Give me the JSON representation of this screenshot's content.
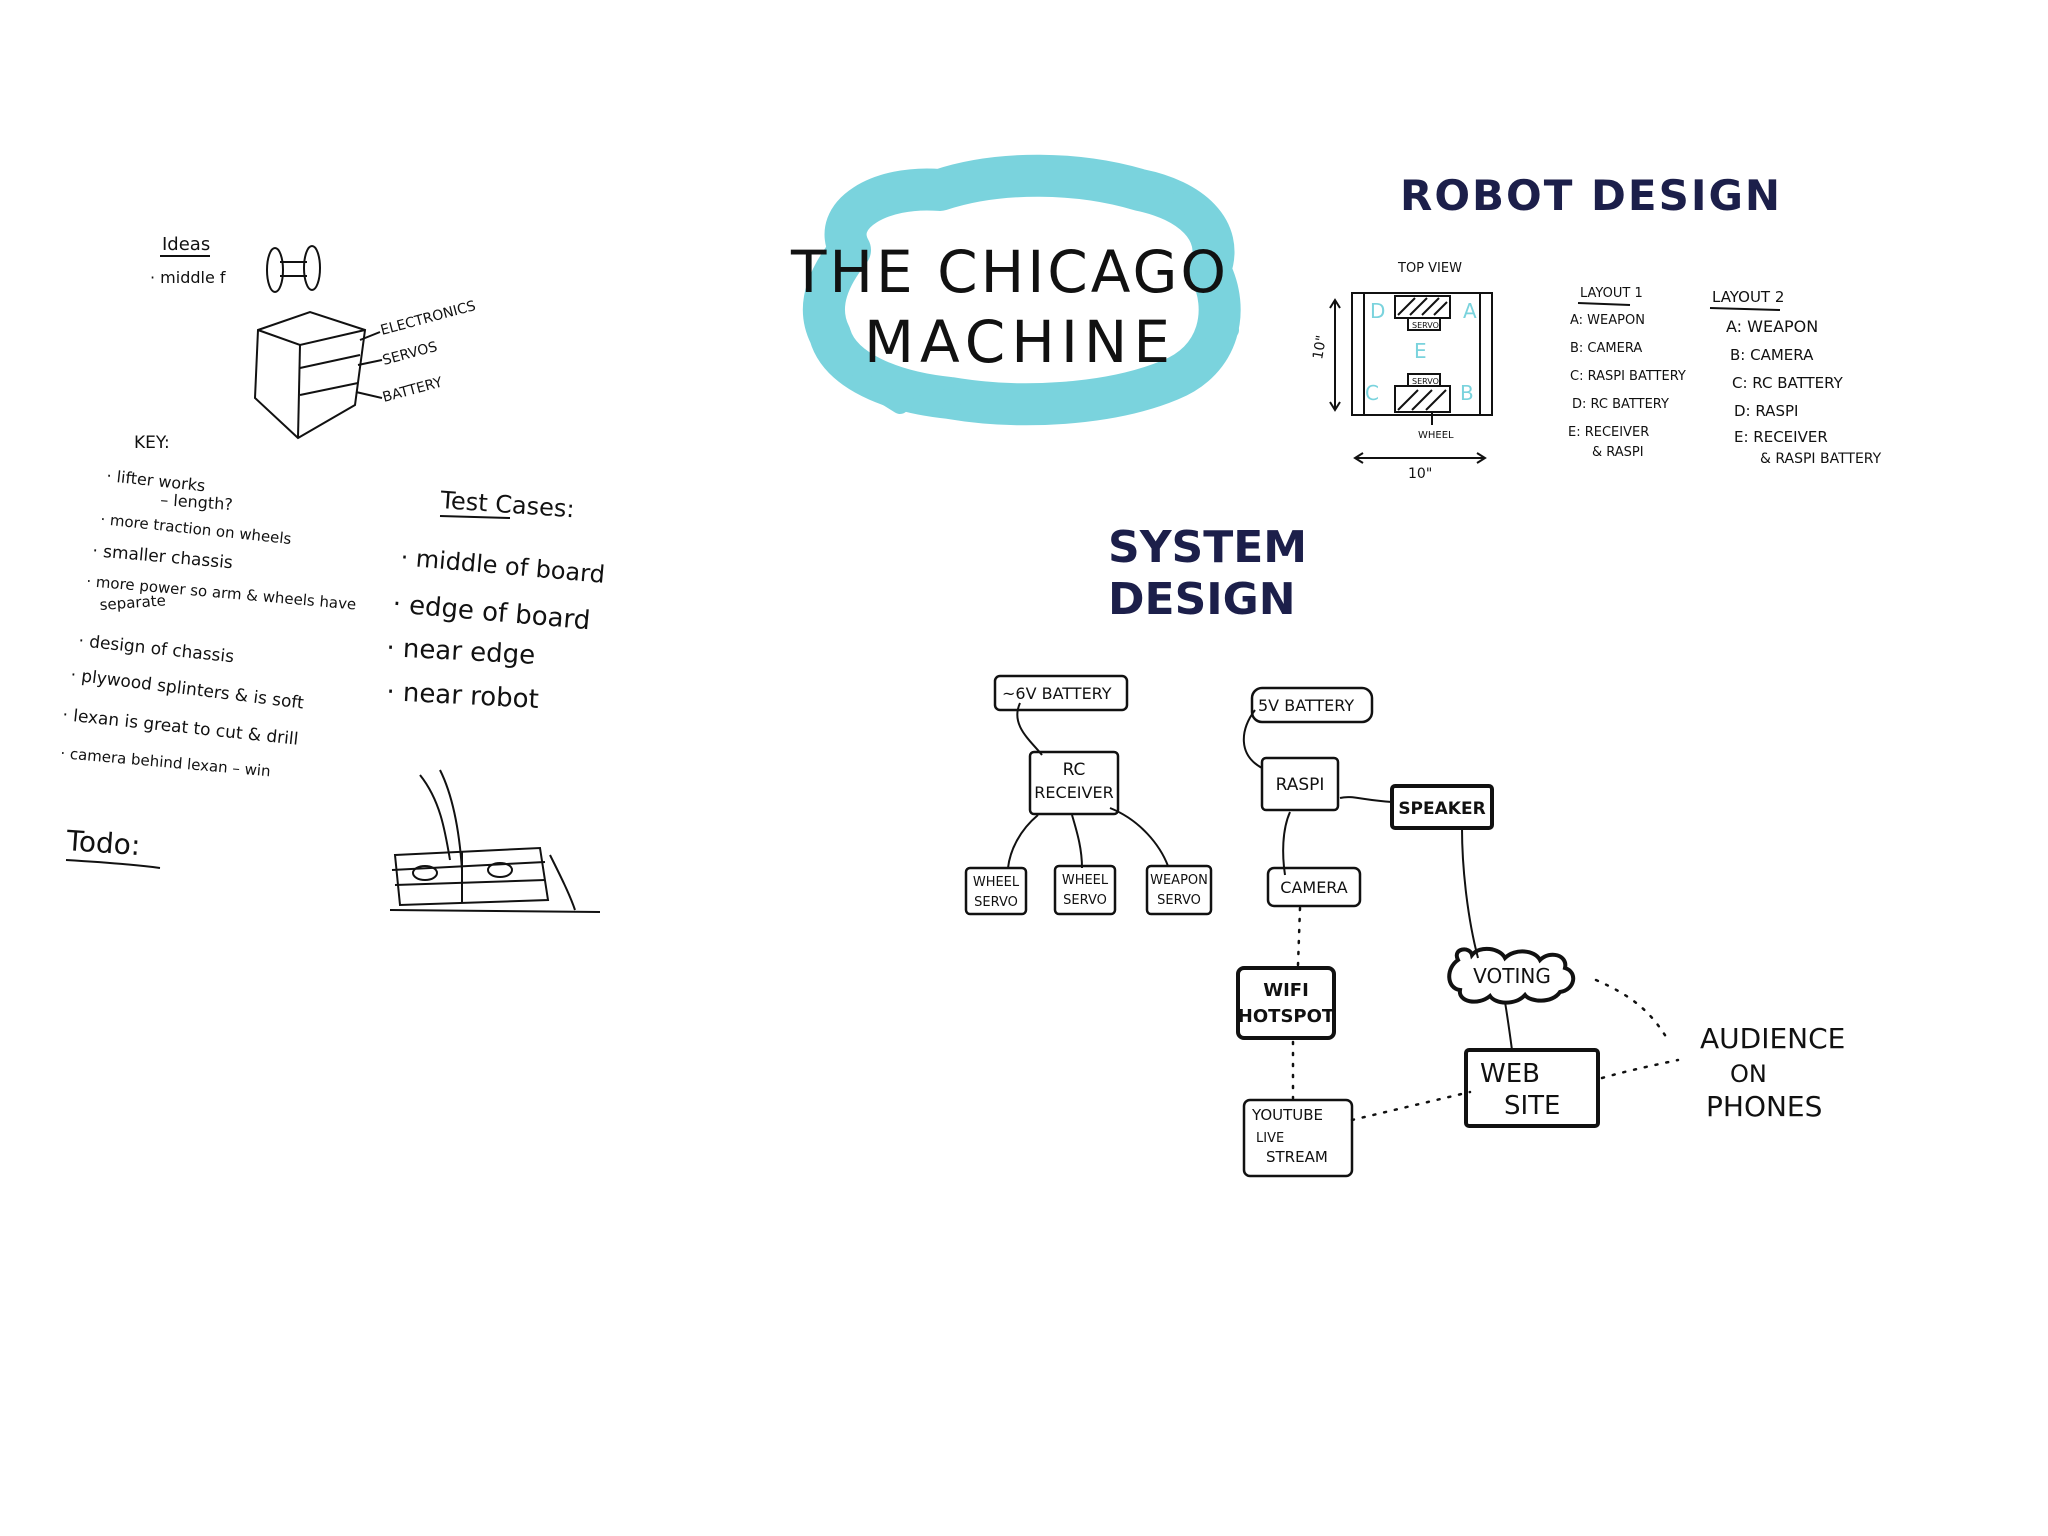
{
  "title": {
    "line1": "THE CHICAGO",
    "line2": "MACHINE",
    "scribble_color": "#7ad3dd"
  },
  "ideas": {
    "heading": "Ideas",
    "items": [
      "· middle f"
    ],
    "labels": [
      "ELECTRONICS",
      "SERVOS",
      "BATTERY"
    ]
  },
  "key": {
    "heading": "KEY:",
    "items": [
      "· lifter works",
      "– length?",
      "· more traction on wheels",
      "· smaller chassis",
      "· more power so arm & wheels have",
      "separate",
      "· design of chassis",
      "· plywood splinters & is soft",
      "· lexan is great to cut & drill",
      "· camera behind lexan – win"
    ]
  },
  "todo": {
    "heading": "Todo:"
  },
  "test_cases": {
    "heading": "Test Cases:",
    "items": [
      "· middle of board",
      "· edge of board",
      "· near edge",
      "· near robot"
    ]
  },
  "robot_design": {
    "heading": "ROBOT DESIGN",
    "top_view": "TOP VIEW",
    "dim_side": "10\"",
    "dim_bottom": "10\"",
    "servo": "SERVO",
    "wheel": "WHEEL",
    "zones": [
      "A",
      "B",
      "C",
      "D",
      "E"
    ],
    "accent_color": "#7ad3dd",
    "layout1": {
      "heading": "LAYOUT 1",
      "items": [
        "A: WEAPON",
        "B: CAMERA",
        "C: RASPI BATTERY",
        "D: RC BATTERY",
        "E: RECEIVER",
        "& RASPI"
      ]
    },
    "layout2": {
      "heading": "LAYOUT 2",
      "items": [
        "A: WEAPON",
        "B: CAMERA",
        "C: RC BATTERY",
        "D: RASPI",
        "E: RECEIVER",
        "& RASPI BATTERY"
      ]
    }
  },
  "system_design": {
    "heading1": "SYSTEM",
    "heading2": "DESIGN",
    "nodes": {
      "battery6v": "~6V BATTERY",
      "rc1": "RC",
      "rc2": "RECEIVER",
      "ws1a": "WHEEL",
      "ws1b": "SERVO",
      "ws2a": "WHEEL",
      "ws2b": "SERVO",
      "wpa": "WEAPON",
      "wpb": "SERVO",
      "battery5v": "5V BATTERY",
      "raspi": "RASPI",
      "speaker": "SPEAKER",
      "camera": "CAMERA",
      "wifi1": "WIFI",
      "wifi2": "HOTSPOT",
      "yt1": "YOUTUBE",
      "yt2": "LIVE",
      "yt3": "STREAM",
      "voting": "VOTING",
      "web1": "WEB",
      "web2": "SITE",
      "aud1": "AUDIENCE",
      "aud2": "ON",
      "aud3": "PHONES"
    }
  }
}
